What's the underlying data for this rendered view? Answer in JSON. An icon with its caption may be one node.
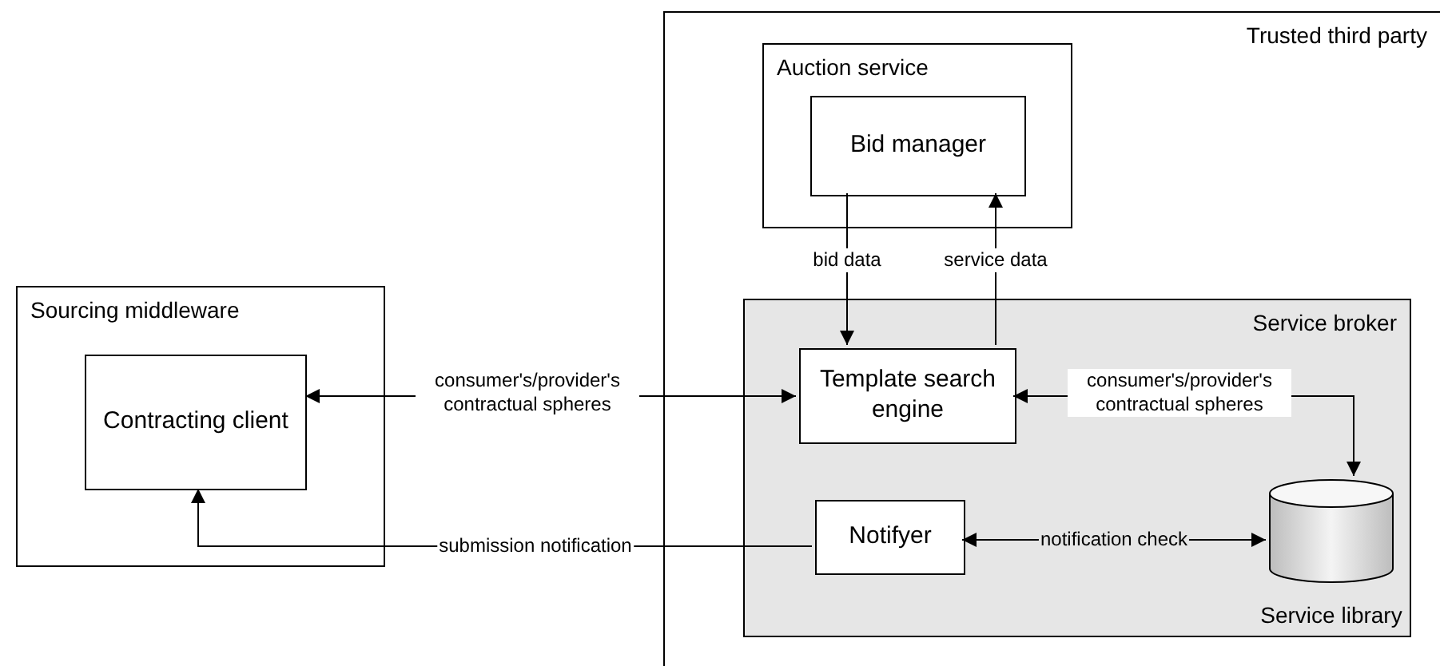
{
  "diagram": {
    "nodes": [
      {
        "text": [
          "Trusted third party"
        ]
      },
      {
        "text": [
          "Auction service"
        ],
        "in": 0
      },
      {
        "text": [
          "Bid manager"
        ],
        "in": 1
      },
      {
        "text": [
          "Service broker"
        ],
        "in": 0
      },
      {
        "text": [
          "Template search engine"
        ],
        "in": 3
      },
      {
        "text": [
          "Notifyer"
        ],
        "in": 3
      },
      {
        "text": [
          "Service library"
        ],
        "in": 3
      },
      {
        "text": [
          "Sourcing middleware"
        ]
      },
      {
        "text": [
          "Contracting client"
        ],
        "in": 7
      }
    ],
    "edges": [
      {
        "from": 2,
        "to": 4,
        "arrow": "to",
        "label": "bid data"
      },
      {
        "from": 4,
        "to": 2,
        "arrow": "to",
        "label": "service data"
      },
      {
        "from": 8,
        "to": 4,
        "arrow": "both",
        "label": "consumer's/provider's contractual spheres"
      },
      {
        "from": 6,
        "to": 4,
        "arrow": "both",
        "label": "consumer's/provider's contractual spheres"
      },
      {
        "from": 5,
        "to": 8,
        "arrow": "to",
        "label": "submission notification"
      },
      {
        "from": 5,
        "to": 6,
        "arrow": "both",
        "label": "notification check"
      }
    ]
  }
}
